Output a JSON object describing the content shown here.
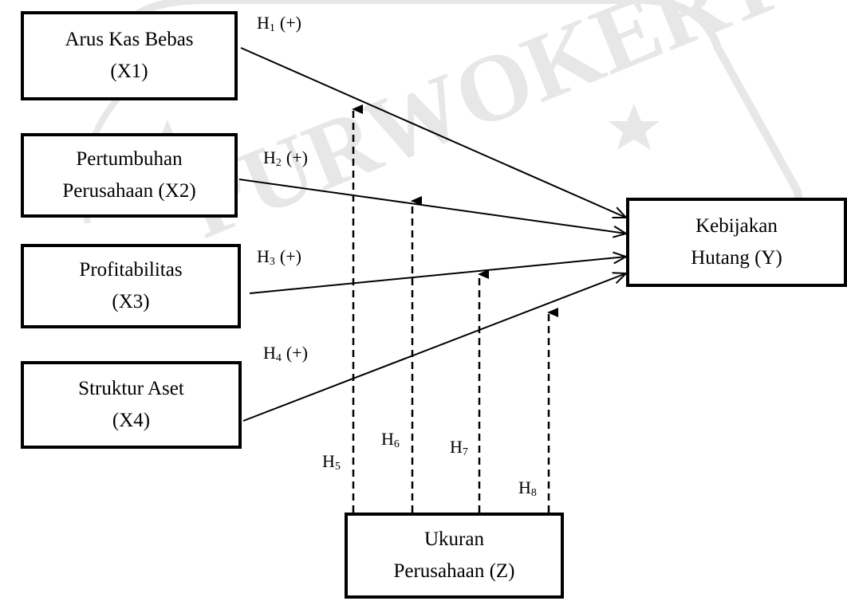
{
  "boxes": {
    "x1": {
      "line1": "Arus Kas Bebas",
      "line2": "(X1)"
    },
    "x2": {
      "line1": "Pertumbuhan",
      "line2": "Perusahaan (X2)"
    },
    "x3": {
      "line1": "Profitabilitas",
      "line2": "(X3)"
    },
    "x4": {
      "line1": "Struktur Aset",
      "line2": "(X4)"
    },
    "y": {
      "line1": "Kebijakan",
      "line2": "Hutang (Y)"
    },
    "z": {
      "line1": "Ukuran",
      "line2": "Perusahaan  (Z)"
    }
  },
  "hypotheses": {
    "h1": {
      "letter": "H",
      "index": "1",
      "sign": "(+)"
    },
    "h2": {
      "letter": "H",
      "index": "2",
      "sign": "(+)"
    },
    "h3": {
      "letter": "H",
      "index": "3",
      "sign": "(+)"
    },
    "h4": {
      "letter": "H",
      "index": "4",
      "sign": "(+)"
    },
    "h5": {
      "letter": "H",
      "index": "5"
    },
    "h6": {
      "letter": "H",
      "index": "6"
    },
    "h7": {
      "letter": "H",
      "index": "7"
    },
    "h8": {
      "letter": "H",
      "index": "8"
    }
  },
  "watermark": {
    "text": "PURWOKERTO",
    "color": "#000000"
  },
  "colors": {
    "line": "#000000",
    "background": "#ffffff"
  }
}
